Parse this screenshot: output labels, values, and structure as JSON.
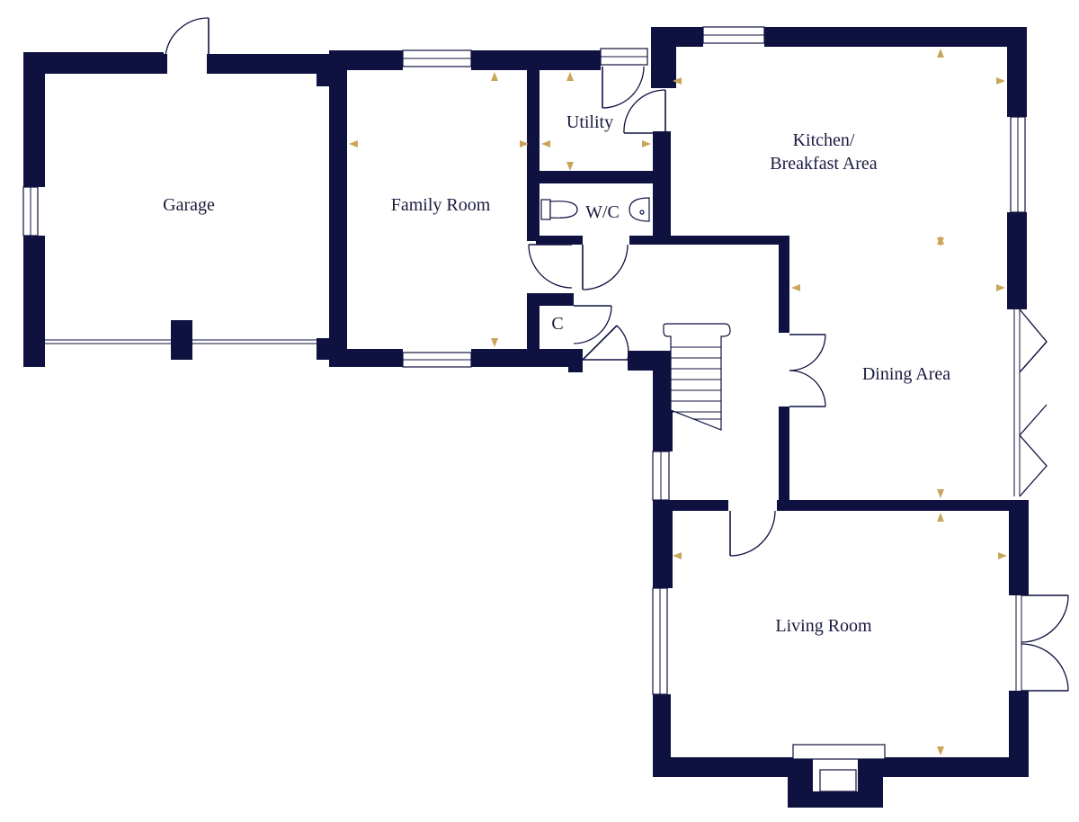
{
  "rooms": {
    "garage": "Garage",
    "family_room": "Family Room",
    "utility": "Utility",
    "wc": "W/C",
    "cupboard": "C",
    "kitchen_line1": "Kitchen/",
    "kitchen_line2": "Breakfast Area",
    "dining": "Dining Area",
    "living": "Living Room"
  },
  "colors": {
    "wall": "#0f1240",
    "measure_arrow": "#c9a55a",
    "background": "#ffffff"
  }
}
